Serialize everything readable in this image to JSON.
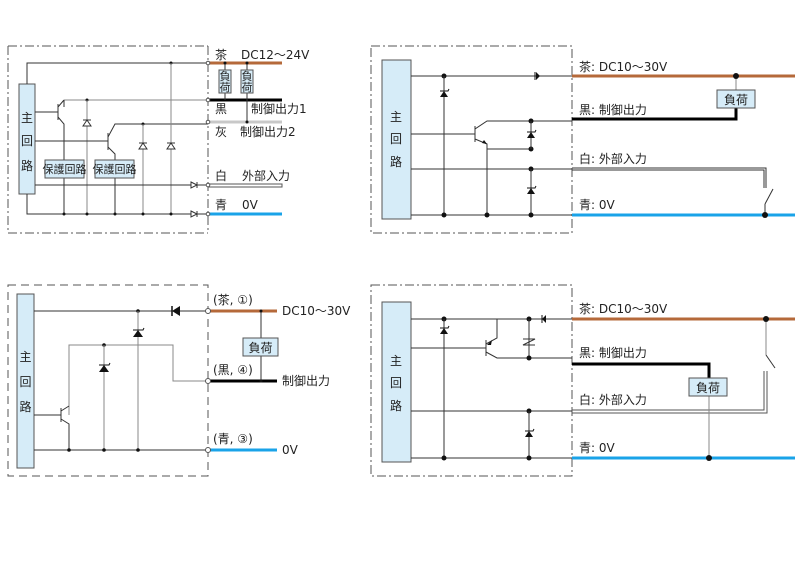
{
  "colors": {
    "brown": "#b5693a",
    "black": "#000000",
    "gray": "#c8c8c8",
    "white_wire": "#ffffff",
    "blue": "#1aa3e8",
    "box_fill": "#d6ecf8"
  },
  "common": {
    "main_circuit": [
      "主",
      "回",
      "路"
    ],
    "load": "負荷",
    "load_vertical": [
      "負",
      "荷"
    ],
    "protection": "保護回路"
  },
  "diagram1": {
    "brown": {
      "color": "茶",
      "label": "DC12〜24V"
    },
    "black": {
      "color": "黒",
      "label": "制御出力1"
    },
    "gray": {
      "color": "灰",
      "label": "制御出力2"
    },
    "white": {
      "color": "白",
      "label": "外部入力"
    },
    "blue": {
      "color": "青",
      "label": "0V"
    }
  },
  "diagram2": {
    "brown": "茶: DC10〜30V",
    "black": "黒: 制御出力",
    "white": "白: 外部入力",
    "blue": "青: 0V"
  },
  "diagram3": {
    "brown": {
      "pin": "(茶, ①)",
      "label": "DC10〜30V"
    },
    "black": {
      "pin": "(黒, ④)",
      "label": "制御出力"
    },
    "blue": {
      "pin": "(青, ③)",
      "label": "0V"
    }
  },
  "diagram4": {
    "brown": "茶: DC10〜30V",
    "black": "黒: 制御出力",
    "white": "白: 外部入力",
    "blue": "青: 0V"
  }
}
